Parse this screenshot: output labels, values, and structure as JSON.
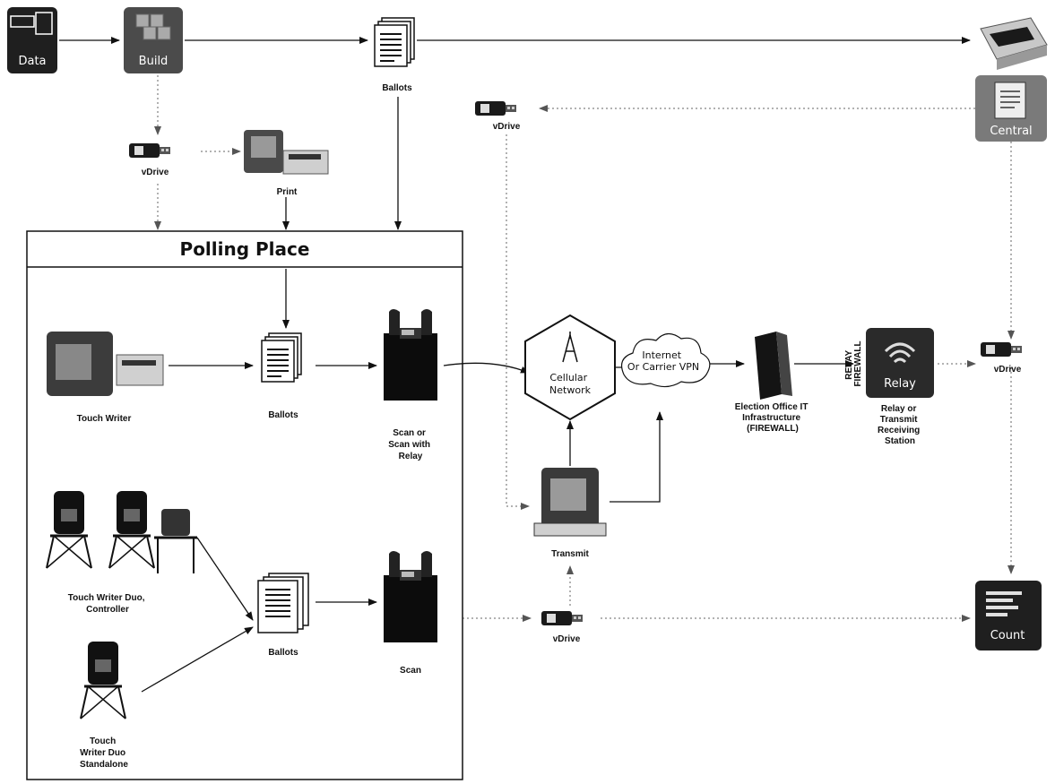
{
  "nodes": {
    "data": "Data",
    "build": "Build",
    "ballots_top": "Ballots",
    "vdrive_top": "vDrive",
    "print": "Print",
    "vdrive_right_top": "vDrive",
    "central": "Central",
    "polling_place": "Polling Place",
    "touch_writer": "Touch Writer",
    "ballots_mid": "Ballots",
    "scan_relay": [
      "Scan or",
      "Scan with",
      "Relay"
    ],
    "cellular": [
      "Cellular",
      "Network"
    ],
    "internet": [
      "Internet",
      "Or Carrier VPN"
    ],
    "election_office": [
      "Election Office IT",
      "Infrastructure",
      "(FIREWALL)"
    ],
    "relay_side": [
      "RELAY",
      "FIREWALL"
    ],
    "relay": "Relay",
    "relay_station": [
      "Relay or",
      "Transmit",
      "Receiving",
      "Station"
    ],
    "vdrive_far_right": "vDrive",
    "transmit": "Transmit",
    "duo_controller": [
      "Touch Writer Duo,",
      "Controller"
    ],
    "ballots_low": "Ballots",
    "scan": "Scan",
    "duo_standalone": [
      "Touch",
      "Writer Duo",
      "Standalone"
    ],
    "vdrive_bottom": "vDrive",
    "count": "Count"
  },
  "colors": {
    "tile": "#1f1f1f",
    "tile_gray": "#7a7a7a",
    "line": "#111111",
    "dotted": "#777777"
  }
}
